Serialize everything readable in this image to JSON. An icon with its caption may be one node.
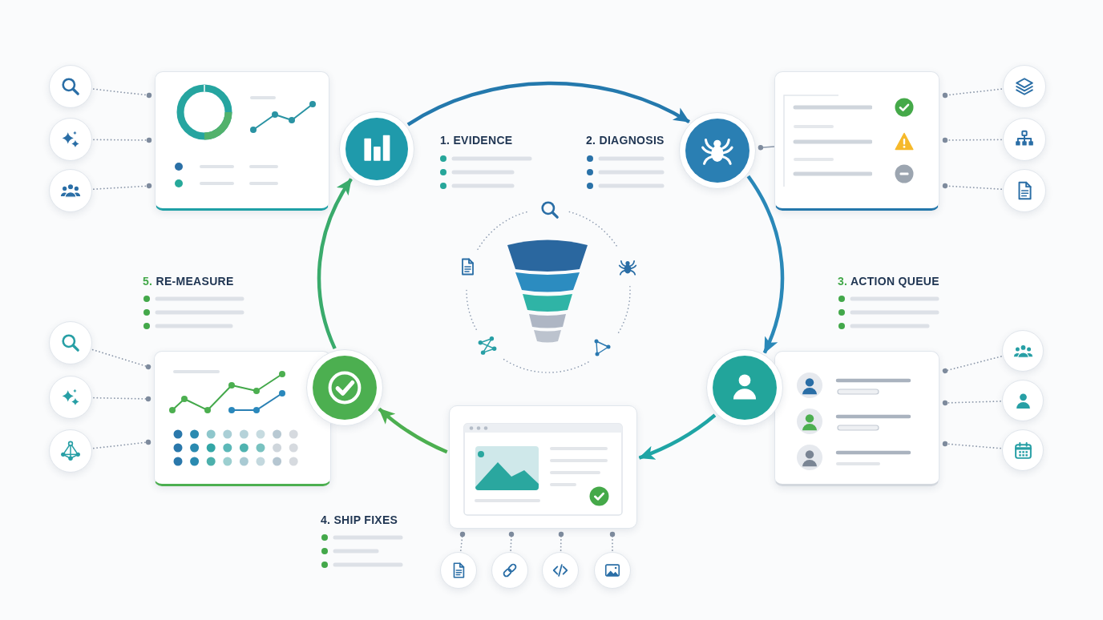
{
  "diagram": {
    "nodes": [
      {
        "text": [],
        "shape": "circle"
      },
      {
        "text": [],
        "shape": "circle"
      },
      {
        "text": [],
        "shape": "circle"
      },
      {
        "text": [],
        "shape": "box"
      },
      {
        "text": [],
        "shape": "circle",
        "beside": [
          "1. EVIDENCE"
        ]
      },
      {
        "text": [],
        "shape": "circle",
        "beside": [
          "2. DIAGNOSIS"
        ]
      },
      {
        "text": [],
        "shape": "box"
      },
      {
        "text": [],
        "shape": "circle"
      },
      {
        "text": [],
        "shape": "circle"
      },
      {
        "text": [],
        "shape": "circle"
      },
      {
        "text": [],
        "shape": "circle"
      },
      {
        "text": [],
        "shape": "circle"
      },
      {
        "text": [],
        "shape": "circle"
      },
      {
        "text": [],
        "shape": "box"
      },
      {
        "text": [],
        "shape": "circle"
      },
      {
        "text": [],
        "shape": "circle"
      },
      {
        "text": [],
        "shape": "box"
      },
      {
        "text": [],
        "shape": "circle"
      },
      {
        "text": [],
        "shape": "circle"
      },
      {
        "text": [],
        "shape": "circle"
      },
      {
        "text": [],
        "shape": "box"
      },
      {
        "text": [],
        "shape": "circle"
      },
      {
        "text": [],
        "shape": "circle"
      },
      {
        "text": [],
        "shape": "circle"
      },
      {
        "text": [],
        "shape": "circle"
      }
    ],
    "edges": [
      {
        "from": 4,
        "to": 5,
        "arrow": "to",
        "style": "thick",
        "color": "#2479ad"
      },
      {
        "from": 5,
        "to": 15,
        "arrow": "to",
        "style": "thick",
        "color": "#2a88b8"
      },
      {
        "from": 15,
        "to": 20,
        "arrow": "to",
        "style": "thick",
        "color": "#1fa5a5"
      },
      {
        "from": 20,
        "to": 14,
        "arrow": "to",
        "style": "thick",
        "color": "#4caf50"
      },
      {
        "from": 14,
        "to": 4,
        "arrow": "to",
        "style": "thick",
        "color": "#3aab6c"
      },
      {
        "from": 0,
        "to": 3,
        "arrow": "other",
        "style": "dashed"
      },
      {
        "from": 1,
        "to": 3,
        "arrow": "other",
        "style": "dashed"
      },
      {
        "from": 2,
        "to": 3,
        "arrow": "other",
        "style": "dashed"
      },
      {
        "from": 6,
        "to": 5,
        "arrow": "other"
      },
      {
        "from": 7,
        "to": 6,
        "arrow": "other",
        "style": "dashed"
      },
      {
        "from": 8,
        "to": 6,
        "arrow": "other",
        "style": "dashed"
      },
      {
        "from": 9,
        "to": 6,
        "arrow": "other",
        "style": "dashed"
      },
      {
        "from": 10,
        "to": 13,
        "arrow": "other",
        "style": "dashed"
      },
      {
        "from": 11,
        "to": 13,
        "arrow": "other",
        "style": "dashed"
      },
      {
        "from": 12,
        "to": 13,
        "arrow": "other",
        "style": "dashed"
      },
      {
        "from": 17,
        "to": 16,
        "arrow": "other",
        "style": "dashed"
      },
      {
        "from": 18,
        "to": 16,
        "arrow": "other",
        "style": "dashed"
      },
      {
        "from": 19,
        "to": 16,
        "arrow": "other",
        "style": "dashed"
      },
      {
        "from": 21,
        "to": 20,
        "arrow": "other",
        "style": "dashed"
      },
      {
        "from": 22,
        "to": 20,
        "arrow": "other",
        "style": "dashed"
      },
      {
        "from": 23,
        "to": 20,
        "arrow": "other",
        "style": "dashed"
      },
      {
        "from": 24,
        "to": 20,
        "arrow": "other",
        "style": "dashed"
      }
    ],
    "labels": [
      "5. RE-MEASURE",
      "3. ACTION QUEUE",
      "4. SHIP FIXES"
    ]
  }
}
